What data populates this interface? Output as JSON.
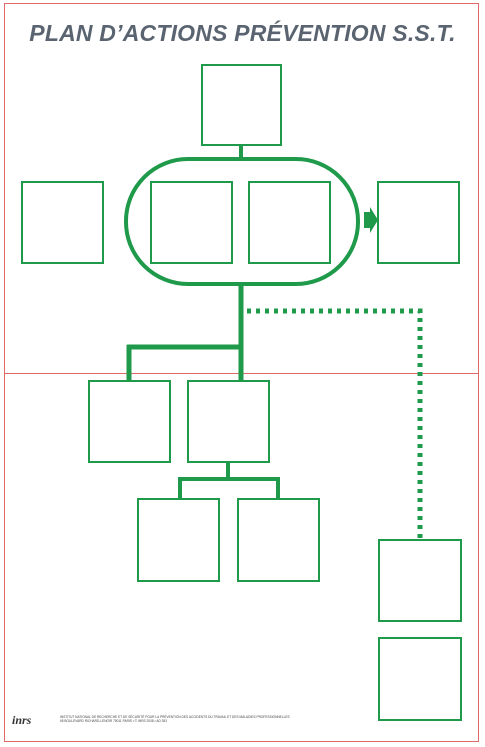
{
  "title": "PLAN D’ACTIONS PRÉVENTION S.S.T.",
  "footer": {
    "logo_text": "inrs",
    "legal_line1": "INSTITUT NATIONAL DE RECHERCHE ET DE SÉCURITÉ POUR LA PRÉVENTION DES ACCIDENTS DU TRAVAIL ET DES MALADIES PROFESSIONNELLES",
    "legal_line2": "65 BOULEVARD RICHARD-LENOIR 75011 PARIS • © INRS 2008 • AD 353"
  },
  "colors": {
    "line": "#1e9a4a",
    "title": "#5a6470",
    "guide": "#e06a6a"
  }
}
